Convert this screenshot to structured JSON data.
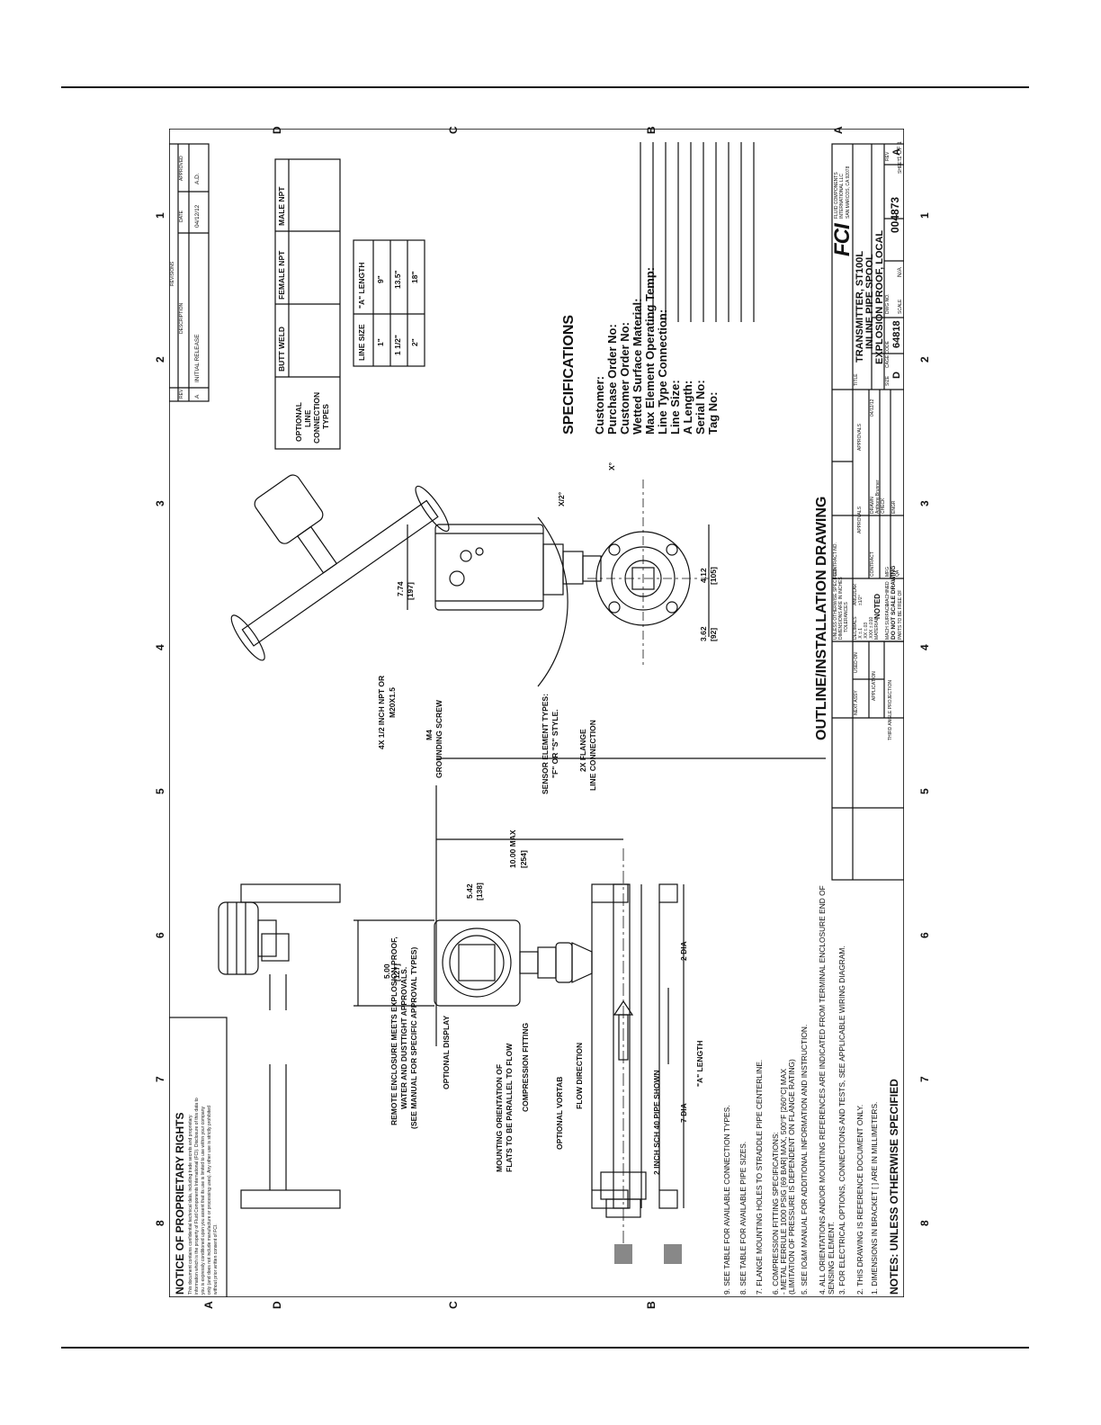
{
  "drawing": {
    "title": "OUTLINE/INSTALLATION DRAWING",
    "zones_top": [
      "D",
      "C",
      "B",
      "A"
    ],
    "zones_bottom": [
      "D",
      "C",
      "B",
      "A"
    ],
    "zones_side": [
      "1",
      "2",
      "3",
      "4",
      "5",
      "6",
      "7",
      "8"
    ]
  },
  "notice": {
    "title": "NOTICE OF PROPRIETARY RIGHTS",
    "lines": [
      "This document contains confidential technical data, including trade secrets and proprietary",
      "information which is the property of Fluid Components International (FCI). Disclosure of this data to",
      "you is expressly conditioned upon you assent that its use is limited to use within your company",
      "only (and does not include manufacture or processing uses). Any other use is strictly prohibited",
      "without prior written consent of FCI."
    ]
  },
  "notes": {
    "title": "NOTES: UNLESS OTHERWISE SPECIFIED",
    "items": [
      "1.   DIMENSIONS IN BRACKET [ ] ARE IN MILLIMETERS.",
      "2.   THIS DRAWING IS REFERENCE DOCUMENT ONLY.",
      "3.   FOR ELECTRICAL OPTIONS, CONNECTIONS AND TESTS, SEE APPLICABLE WIRING DIAGRAM.",
      "4.   ALL ORIENTATIONS AND/OR MOUNTING REFERENCES ARE INDICATED FROM TERMINAL ENCLOSURE END OF",
      "      SENSING ELEMENT.",
      "5.   SEE IO&M MANUAL FOR ADDITIONAL INFORMATION AND INSTRUCTION.",
      "6.   COMPRESSION FITTING SPECIFICATIONS:",
      "       - METAL FERRULE 1000 PSIG [69 BAR] MAX, 500°F [260°C] MAX",
      "       (LIMITATION OF PRESSURE IS DEPENDENT ON FLANGE RATING)",
      "7.   FLANGE MOUNTING HOLES TO STRADDLE PIPE CENTERLINE.",
      "8.   SEE TABLE FOR AVAILABLE PIPE SIZES.",
      "9.   SEE TABLE FOR AVAILABLE CONNECTION TYPES."
    ]
  },
  "callouts": {
    "remote_enclosure": [
      "REMOTE ENCLOSURE MEETS EXPLOSION PROOF,",
      "WATER AND DUSTTIGHT APPROVALS.",
      "(SEE MANUAL FOR SPECIFIC APPROVAL TYPES)"
    ],
    "optional_display": "OPTIONAL DISPLAY",
    "mounting_orientation": [
      "MOUNTING ORIENTATION OF",
      "FLATS TO BE PARALLEL TO FLOW"
    ],
    "compression_fitting": "COMPRESSION FITTING",
    "flow_direction": "FLOW DIRECTION",
    "optional_vortab": "OPTIONAL VORTAB",
    "pipe_shown": "2 INCH SCH 40 PIPE SHOWN",
    "conduit": [
      "4X 1/2 INCH NPT OR",
      "M20X1.5"
    ],
    "grounding": [
      "M4",
      "GROUNDING SCREW"
    ],
    "sensor_types": [
      "SENSOR ELEMENT TYPES:",
      "\"F\" OR \"S\" STYLE."
    ],
    "flange": [
      "2X FLANGE",
      "LINE CONNECTION"
    ]
  },
  "dimensions": {
    "d_500": "5.00",
    "d_500_mm": "[127]",
    "d_542": "5.42",
    "d_542_mm": "[138]",
    "d_1000": "10.00  MAX",
    "d_1000_mm": "[254]",
    "d_774": "7.74",
    "d_774_mm": "[197]",
    "d_362": "3.62",
    "d_362_mm": "[92]",
    "d_412": "4.12",
    "d_412_mm": "[105]",
    "seven_dia": "7 DIA",
    "a_length": "\"A\" LENGTH",
    "two_dia": "2 DIA",
    "x2": "X/2°",
    "x": "X°"
  },
  "pipe_table": {
    "headers": [
      "LINE SIZE",
      "\"A\" LENGTH"
    ],
    "rows": [
      [
        "1\"",
        "9\""
      ],
      [
        "1 1/2\"",
        "13.5\""
      ],
      [
        "2\"",
        "18\""
      ]
    ]
  },
  "connection_table": {
    "label": [
      "OPTIONAL",
      "LINE",
      "CONNECTION",
      "TYPES"
    ],
    "types": [
      "BUTT WELD",
      "FEMALE NPT",
      "MALE NPT"
    ]
  },
  "revisions": {
    "title": "REVISIONS",
    "headers": [
      "REV",
      "DESCRIPTION",
      "DATE",
      "APPROVED"
    ],
    "rows": [
      [
        "A",
        "INITIAL RELEASE",
        "04/12/12",
        "A.D."
      ]
    ]
  },
  "specifications": {
    "title": "SPECIFICATIONS",
    "fields": [
      "Customer:",
      "Purchase Order No:",
      "Customer Order No:",
      "Wetted Surface Material:",
      "Max Element Operating Temp:",
      "Line Type Connection:",
      "Line Size:",
      "A Length:",
      "Serial No:",
      "Tag No:"
    ]
  },
  "title_block": {
    "logo": "FCI",
    "company": [
      "FLUID COMPONENTS",
      "INTERNATIONAL LLC",
      "SAN MARCOS, CA 92078"
    ],
    "title_label": "TITLE",
    "title_lines": [
      "TRANSMITTER, ST100L",
      "INLINE PIPE SPOOL",
      "EXPLOSION PROOF, LOCAL"
    ],
    "size_label": "SIZE",
    "size": "D",
    "cage_label": "CAGE CODE",
    "cage": "64818",
    "dwg_label": "DWG NO.",
    "dwg": "004873",
    "rev_label": "REV",
    "rev": "A",
    "scale_label": "SCALE",
    "scale": "N/A",
    "sheet_label": "SHEET",
    "sheet": "1 OF 1",
    "contract_label": "CONTRACT NO.",
    "approvals_label": "APPROVALS",
    "drawn_label": "DRAWN",
    "drawn_by": "Anthony Brunner",
    "drawn_date": "04/12/12",
    "check_label": "CHECK",
    "engr_label": "ENGR",
    "mfg_label": "MFG",
    "qa_label": "QA",
    "contract2_label": "CONTRACT",
    "tolerance_text": [
      "UNLESS OTHERWISE SPECIFIED",
      "DIMENSIONS ARE IN INCHES",
      "TOLERANCES"
    ],
    "decimals": [
      "DECIMALS",
      ".X  ±.1",
      ".XX  ±.03",
      ".XXX  ±.010"
    ],
    "angular": [
      "ANGULAR",
      "±1/2°"
    ],
    "material_label": "MATERIAL",
    "noted": "NOTED",
    "finish_label": "MACH SURFACE",
    "machined_label": "MACHINED",
    "do_not_scale": "DO NOT SCALE DRAWING",
    "parts_ref": "PARTS TO BE FREE OF",
    "next_assy": "NEXT ASSY",
    "used_on": "USED ON",
    "application": "APPLICATION",
    "projection": "THIRD ANGLE PROJECTION"
  }
}
